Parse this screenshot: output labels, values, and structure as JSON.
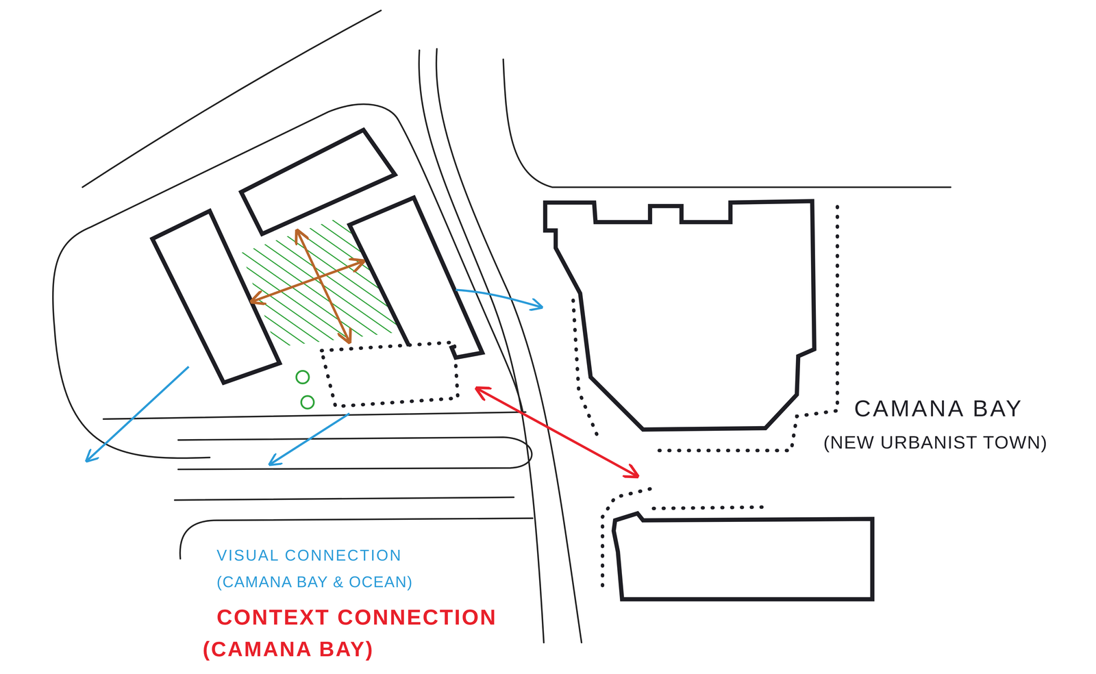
{
  "diagram": {
    "labels": [
      "CAMANA BAY",
      "(NEW URBANIST TOWN)",
      "VISUAL CONNECTION",
      "(CAMANA BAY & OCEAN)",
      "CONTEXT CONNECTION",
      "(CAMANA BAY)"
    ]
  }
}
